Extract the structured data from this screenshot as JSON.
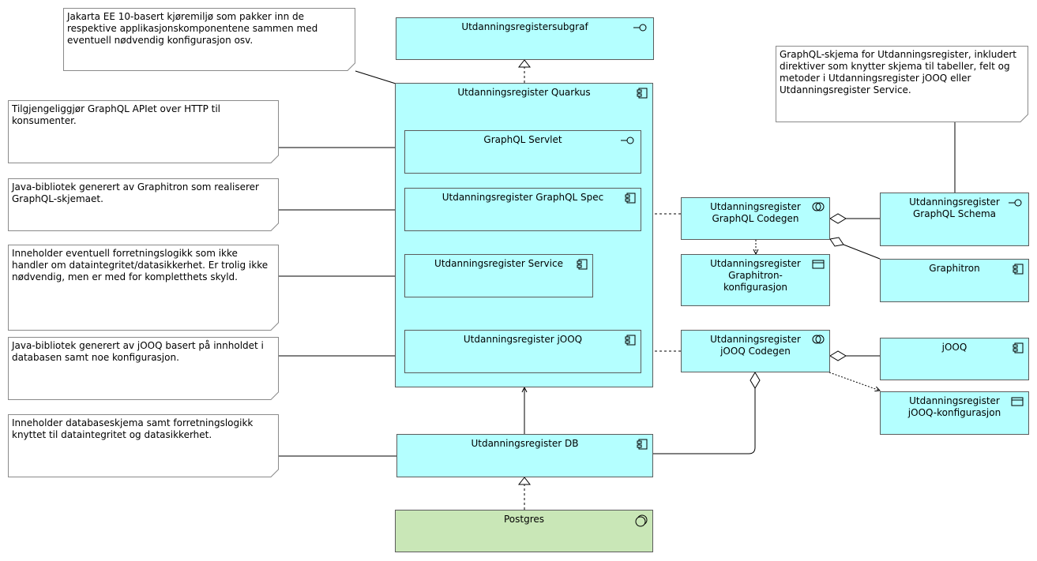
{
  "notes": {
    "runtime": "Jakarta EE 10-basert kjøremiljø som pakker inn de\nrespektive applikasjonskomponentene sammen med\neventuell nødvendig konfigurasjon osv.",
    "servlet": "Tilgjengeliggjør GraphQL APIet over HTTP til\nkonsumenter.",
    "spec": "Java-bibliotek generert av Graphitron som realiserer\nGraphQL-skjemaet.",
    "service": "Inneholder eventuell forretningslogikk som ikke\nhandler om dataintegritet/datasikkerhet. Er trolig ikke\nnødvendig, men er med for kompletthets skyld.",
    "jooq": "Java-bibliotek generert av jOOQ basert på innholdet i\ndatabasen samt noe konfigurasjon.",
    "db": "Inneholder databaseskjema samt forretningslogikk\nknyttet til dataintegritet og datasikkerhet.",
    "schema": "GraphQL-skjema for Utdanningsregister, inkludert\ndirektiver som knytter skjema til tabeller, felt og\nmetoder i Utdanningsregister jOOQ eller\nUtdanningsregister Service."
  },
  "elements": {
    "subgraph": "Utdanningsregistersubgraf",
    "quarkus": "Utdanningsregister Quarkus",
    "servlet": "GraphQL Servlet",
    "spec": "Utdanningsregister GraphQL Spec",
    "service": "Utdanningsregister Service",
    "jooq": "Utdanningsregister jOOQ",
    "db": "Utdanningsregister DB",
    "postgres": "Postgres",
    "gql_codegen": "Utdanningsregister\nGraphQL Codegen",
    "gql_schema": "Utdanningsregister\nGraphQL Schema",
    "graphitron_config": "Utdanningsregister\nGraphitron-\nkonfigurasjon",
    "graphitron": "Graphitron",
    "jooq_codegen": "Utdanningsregister\njOOQ Codegen",
    "jooq_lib": "jOOQ",
    "jooq_config": "Utdanningsregister\njOOQ-konfigurasjon"
  },
  "colors": {
    "application": "#b4ffff",
    "technology": "#c9e7b7",
    "note": "#ffffff",
    "border": "#5c5c5c"
  },
  "icons": {
    "interface": "interface-icon",
    "component": "component-icon",
    "data_object": "data-object-icon",
    "process": "process-icon",
    "system_software": "system-software-icon"
  }
}
